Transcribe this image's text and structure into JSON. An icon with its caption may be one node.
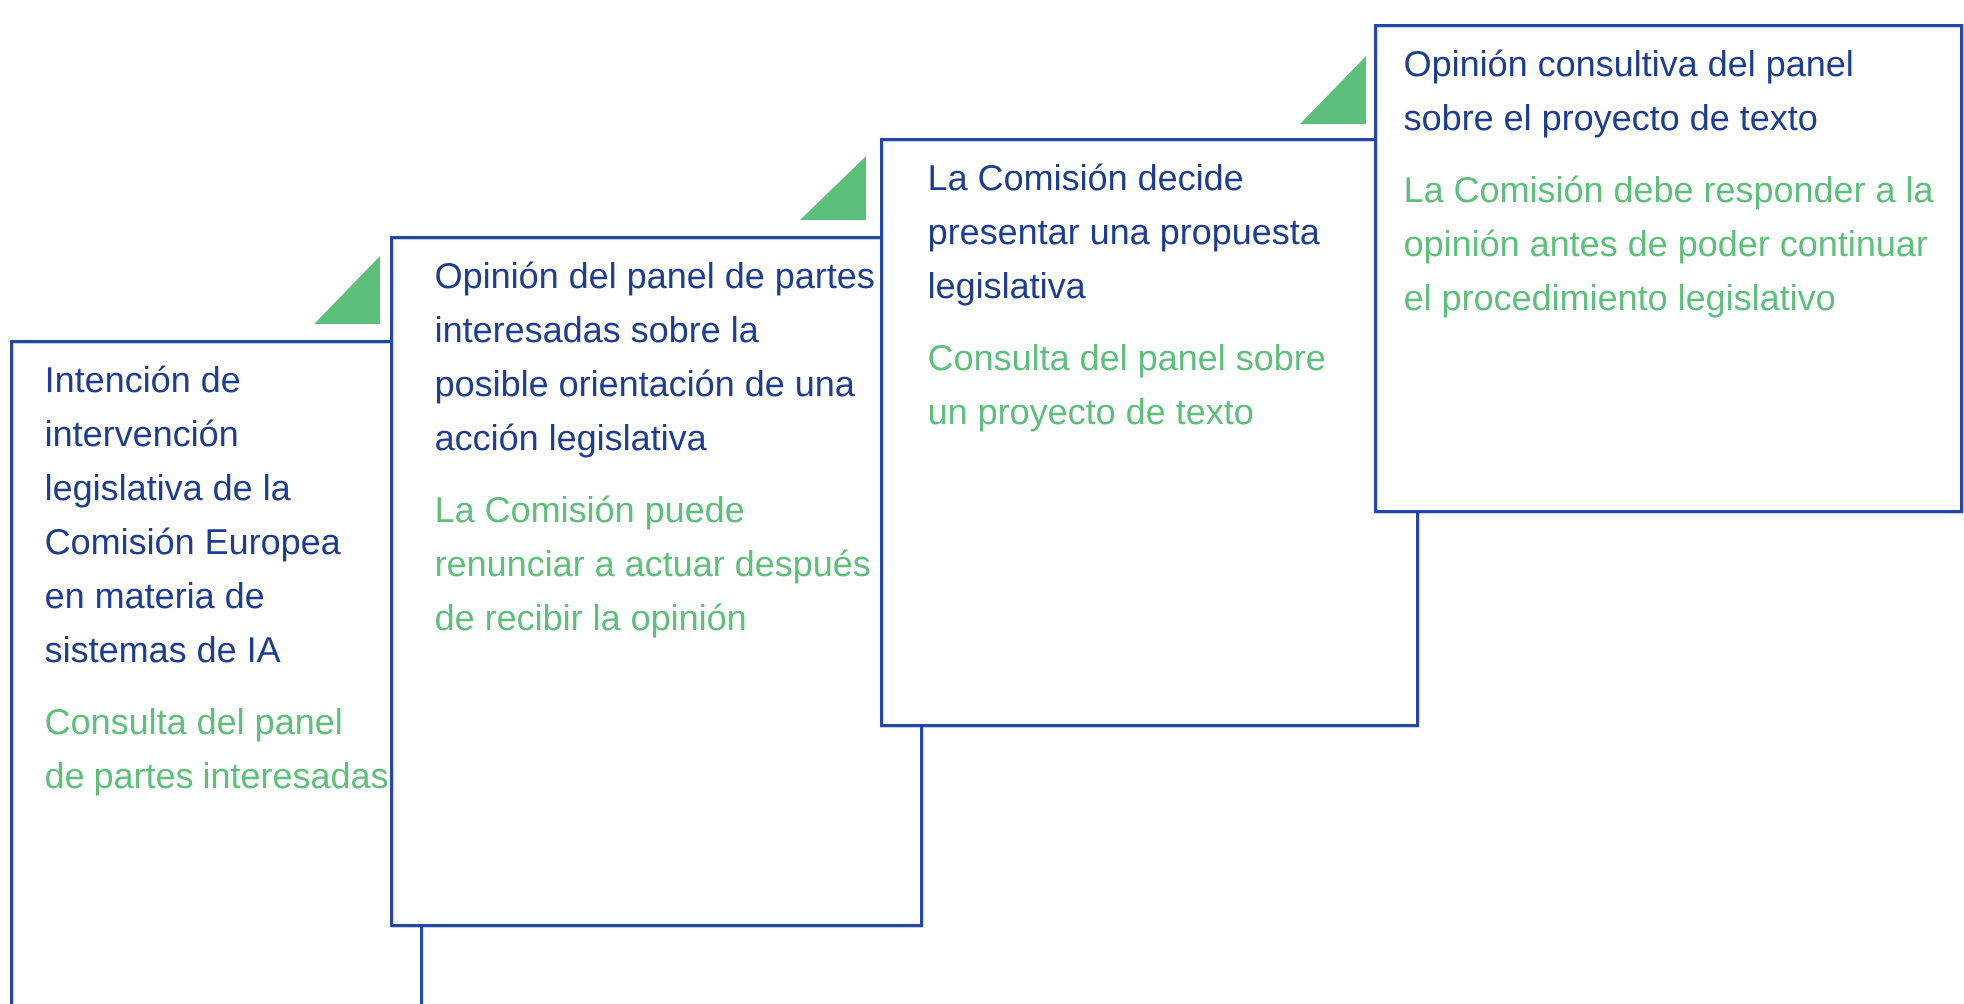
{
  "diagram": {
    "nodes": [
      {
        "text": [
          "Intención de intervención legislativa de la Comisión Europea en materia de sistemas de IA",
          "Consulta del panel de partes interesadas"
        ]
      },
      {
        "text": [
          "Opinión del panel de partes interesadas sobre la posible orientación de una acción legislativa",
          "La Comisión puede renunciar a actuar después de recibir la opinión"
        ]
      },
      {
        "text": [
          "La Comisión decide presentar una propuesta legislativa",
          "Consulta del panel sobre un proyecto de texto"
        ]
      },
      {
        "text": [
          "Opinión consultiva del panel sobre el proyecto de texto",
          "La Comisión debe responder a la opinión antes de poder continuar el procedimiento legislativo"
        ]
      }
    ]
  }
}
